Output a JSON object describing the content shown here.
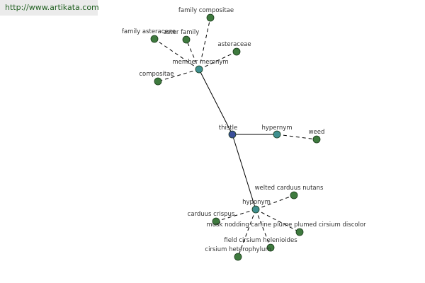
{
  "watermark": "http://www.artikata.com",
  "colors": {
    "center": "#3a4f9a",
    "relation": "#3f8f8f",
    "leaf": "#3e7a3e",
    "node_stroke": "#1a3a1a",
    "edge": "#000000",
    "label": "#333333"
  },
  "graph": {
    "center": {
      "label": "thistle"
    },
    "relations": [
      {
        "label": "member meronym",
        "leaves": [
          "family compositae",
          "family asteraceae",
          "aster family",
          "asteraceae",
          "compositae"
        ]
      },
      {
        "label": "hypernym",
        "leaves": [
          "weed"
        ]
      },
      {
        "label": "hyponym",
        "leaves": [
          "welted carduus nutans",
          "carduus crispus",
          "musk nodding carline plume plumed cirsium discolor",
          "field cirsium helenioides",
          "cirsium heterophylum"
        ]
      }
    ]
  }
}
